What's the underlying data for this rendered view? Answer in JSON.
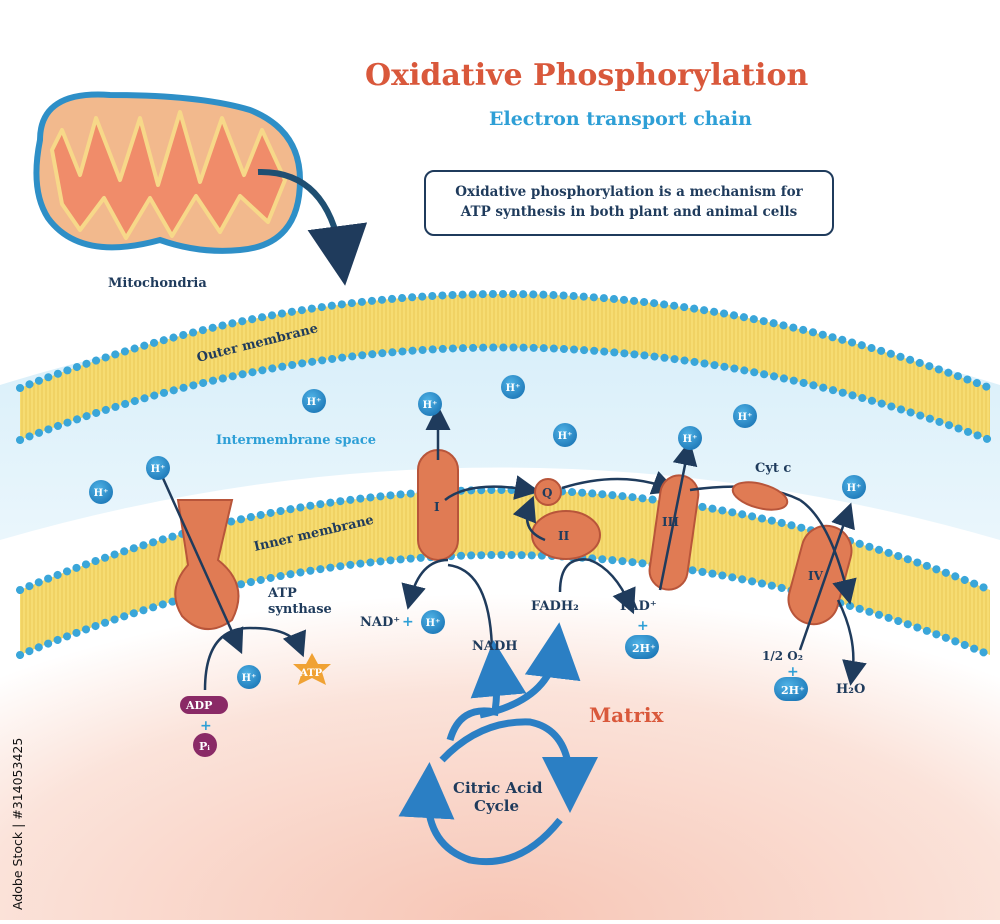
{
  "title": "Oxidative Phosphorylation",
  "subtitle": "Electron transport chain",
  "description": "Oxidative phosphorylation is a mechanism for ATP synthesis in both plant and animal cells",
  "labels": {
    "mitochondria": "Mitochondria",
    "outer_membrane": "Outer membrane",
    "intermembrane_space": "Intermembrane space",
    "inner_membrane": "Inner membrane",
    "atp_synthase_line1": "ATP",
    "atp_synthase_line2": "synthase",
    "matrix": "Matrix",
    "citric_line1": "Citric Acid",
    "citric_line2": "Cycle",
    "cyt_c": "Cyt c",
    "nadh": "NADH",
    "nad_plus": "NAD⁺",
    "fadh2": "FADH₂",
    "fad_plus": "FAD⁺",
    "two_h_plus": "2H⁺",
    "half_o2": "1/2 O₂",
    "h2o": "H₂O",
    "h_plus": "H⁺",
    "plus": "+",
    "adp": "ADP",
    "pi": "Pᵢ",
    "atp": "ATP",
    "complex_I": "I",
    "complex_II": "II",
    "complex_III": "III",
    "complex_IV": "IV",
    "q": "Q"
  },
  "stock_id": "Adobe Stock | #314053425",
  "colors": {
    "title": "#d9583b",
    "subtitle": "#2e9fd6",
    "navy": "#1f3b5c",
    "membrane_yellow": "#f6dc72",
    "bead_blue": "#3aa6d9",
    "protein_orange": "#e07b54",
    "h_ion_blue": "#2b8fcc",
    "adp_purple": "#8a2a66",
    "atp_orange": "#f0a234"
  }
}
